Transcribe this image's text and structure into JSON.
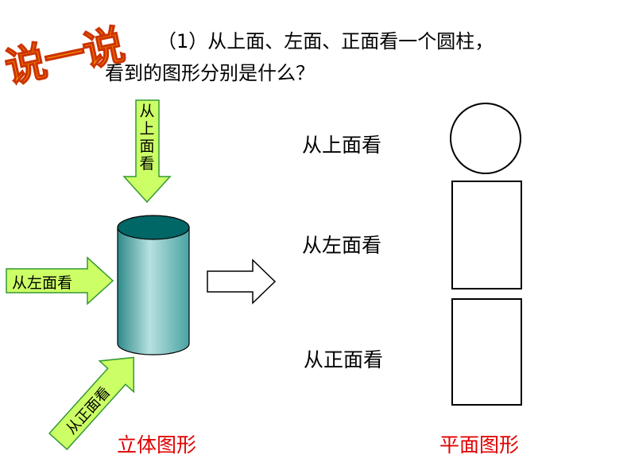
{
  "title": "说一说",
  "question": {
    "line1": "（1）从上面、左面、正面看一个圆柱，",
    "line2": "看到的图形分别是什么？"
  },
  "arrows": {
    "top": "从上面看",
    "left": "从左面看",
    "front": "从正面看"
  },
  "views": {
    "top": "从上面看",
    "left": "从左面看",
    "front": "从正面看"
  },
  "captions": {
    "solid": "立体图形",
    "plane": "平面图形"
  },
  "colors": {
    "title_fill": "#ff9900",
    "title_outline": "#cc3300",
    "arrow_fill": "#ccff66",
    "arrow_stroke": "#339933",
    "cylinder_top": "#006666",
    "cylinder_body_light": "#b8e0e0",
    "cylinder_body_dark": "#2e8b8b",
    "caption_red": "#e00000"
  }
}
